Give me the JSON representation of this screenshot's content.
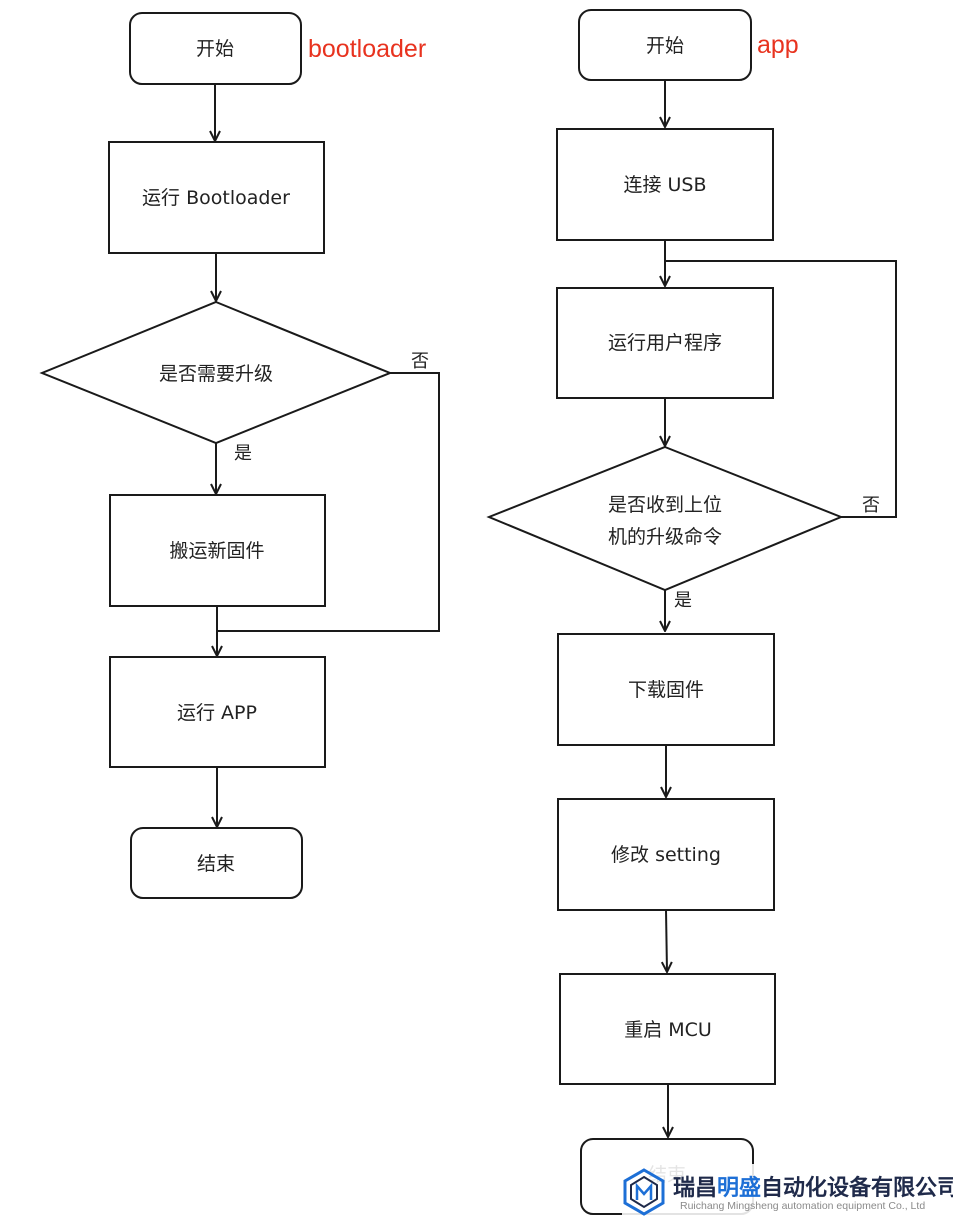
{
  "colors": {
    "title": "#e8331f",
    "stroke": "#1a1a1a",
    "text": "#222222",
    "watermark_dark": "#1f2a4a",
    "watermark_blue": "#1d6fd6",
    "watermark_gray": "#8a8a8a"
  },
  "left": {
    "title": "bootloader",
    "start": "开始",
    "run_bootloader": "运行 Bootloader",
    "need_upgrade": "是否需要升级",
    "yes": "是",
    "no": "否",
    "move_firmware": "搬运新固件",
    "run_app": "运行 APP",
    "end": "结束"
  },
  "right": {
    "title": "app",
    "start": "开始",
    "connect_usb": "连接 USB",
    "run_user_program": "运行用户程序",
    "received_cmd_line1": "是否收到上位",
    "received_cmd_line2": "机的升级命令",
    "yes": "是",
    "no": "否",
    "download_firmware": "下载固件",
    "modify_setting": "修改 setting",
    "restart_mcu": "重启 MCU",
    "end_partial": "结束"
  },
  "watermark": {
    "icon": "hexagon-logo-icon",
    "name_part1": "瑞昌",
    "name_part2": "明盛",
    "name_part3": "自动化设备有限公司",
    "english": "Ruichang Mingsheng automation equipment Co., Ltd"
  }
}
